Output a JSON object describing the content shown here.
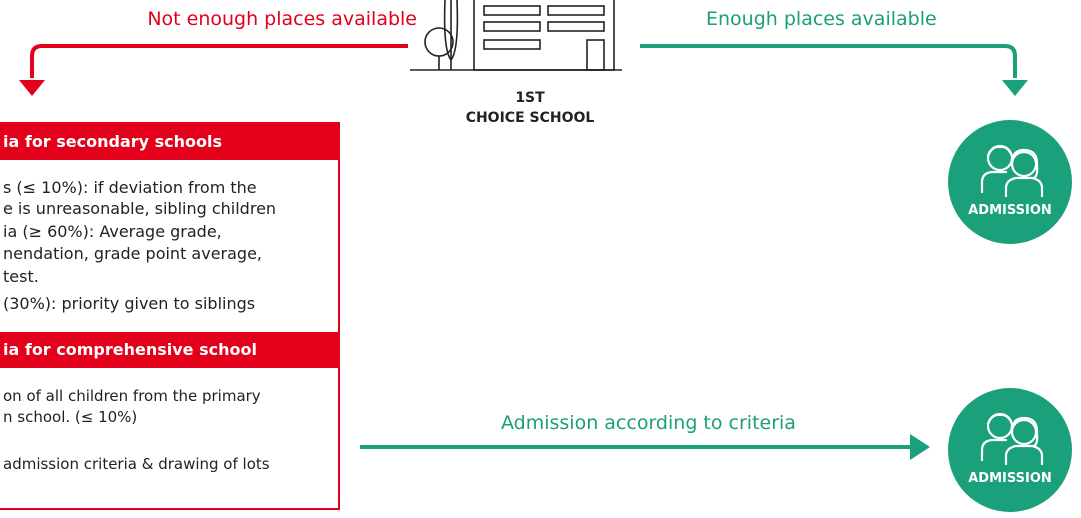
{
  "top": {
    "left_branch_label": "Not enough places available",
    "right_branch_label": "Enough places available"
  },
  "school": {
    "line1": "1ST",
    "line2": "CHOICE SCHOOL"
  },
  "secondary": {
    "header": "ia for secondary schools",
    "lines": [
      "s (≤ 10%): if deviation from the",
      "e is unreasonable, sibling children",
      "ia (≥ 60%): Average grade,",
      "nendation, grade point average,",
      "test.",
      "(30%): priority given to siblings"
    ]
  },
  "comprehensive": {
    "header": "ia for comprehensive school",
    "lines": [
      "on of all children from the primary",
      "n school. (≤ 10%)",
      "admission criteria & drawing of lots"
    ]
  },
  "bottom": {
    "arrow_label": "Admission according to criteria"
  },
  "admission_top": {
    "label": "ADMISSION",
    "icon": "children-icon"
  },
  "admission_bottom": {
    "label": "ADMISSION",
    "icon": "children-icon"
  },
  "colors": {
    "red": "#e2001a",
    "green": "#1aa07a"
  }
}
